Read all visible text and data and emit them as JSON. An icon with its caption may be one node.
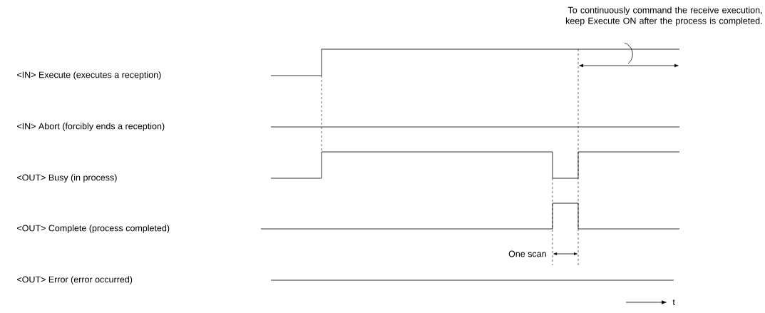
{
  "diagram": {
    "labels": [
      "To continuously command the receive execution, keep Execute ON after the process is completed.",
      "<IN> Execute (executes a reception)",
      "<IN> Abort (forcibly ends a reception)",
      "<OUT> Busy (in process)",
      "<OUT> Complete (process completed)",
      "One scan",
      "<OUT> Error (error occurred)",
      "t"
    ]
  }
}
